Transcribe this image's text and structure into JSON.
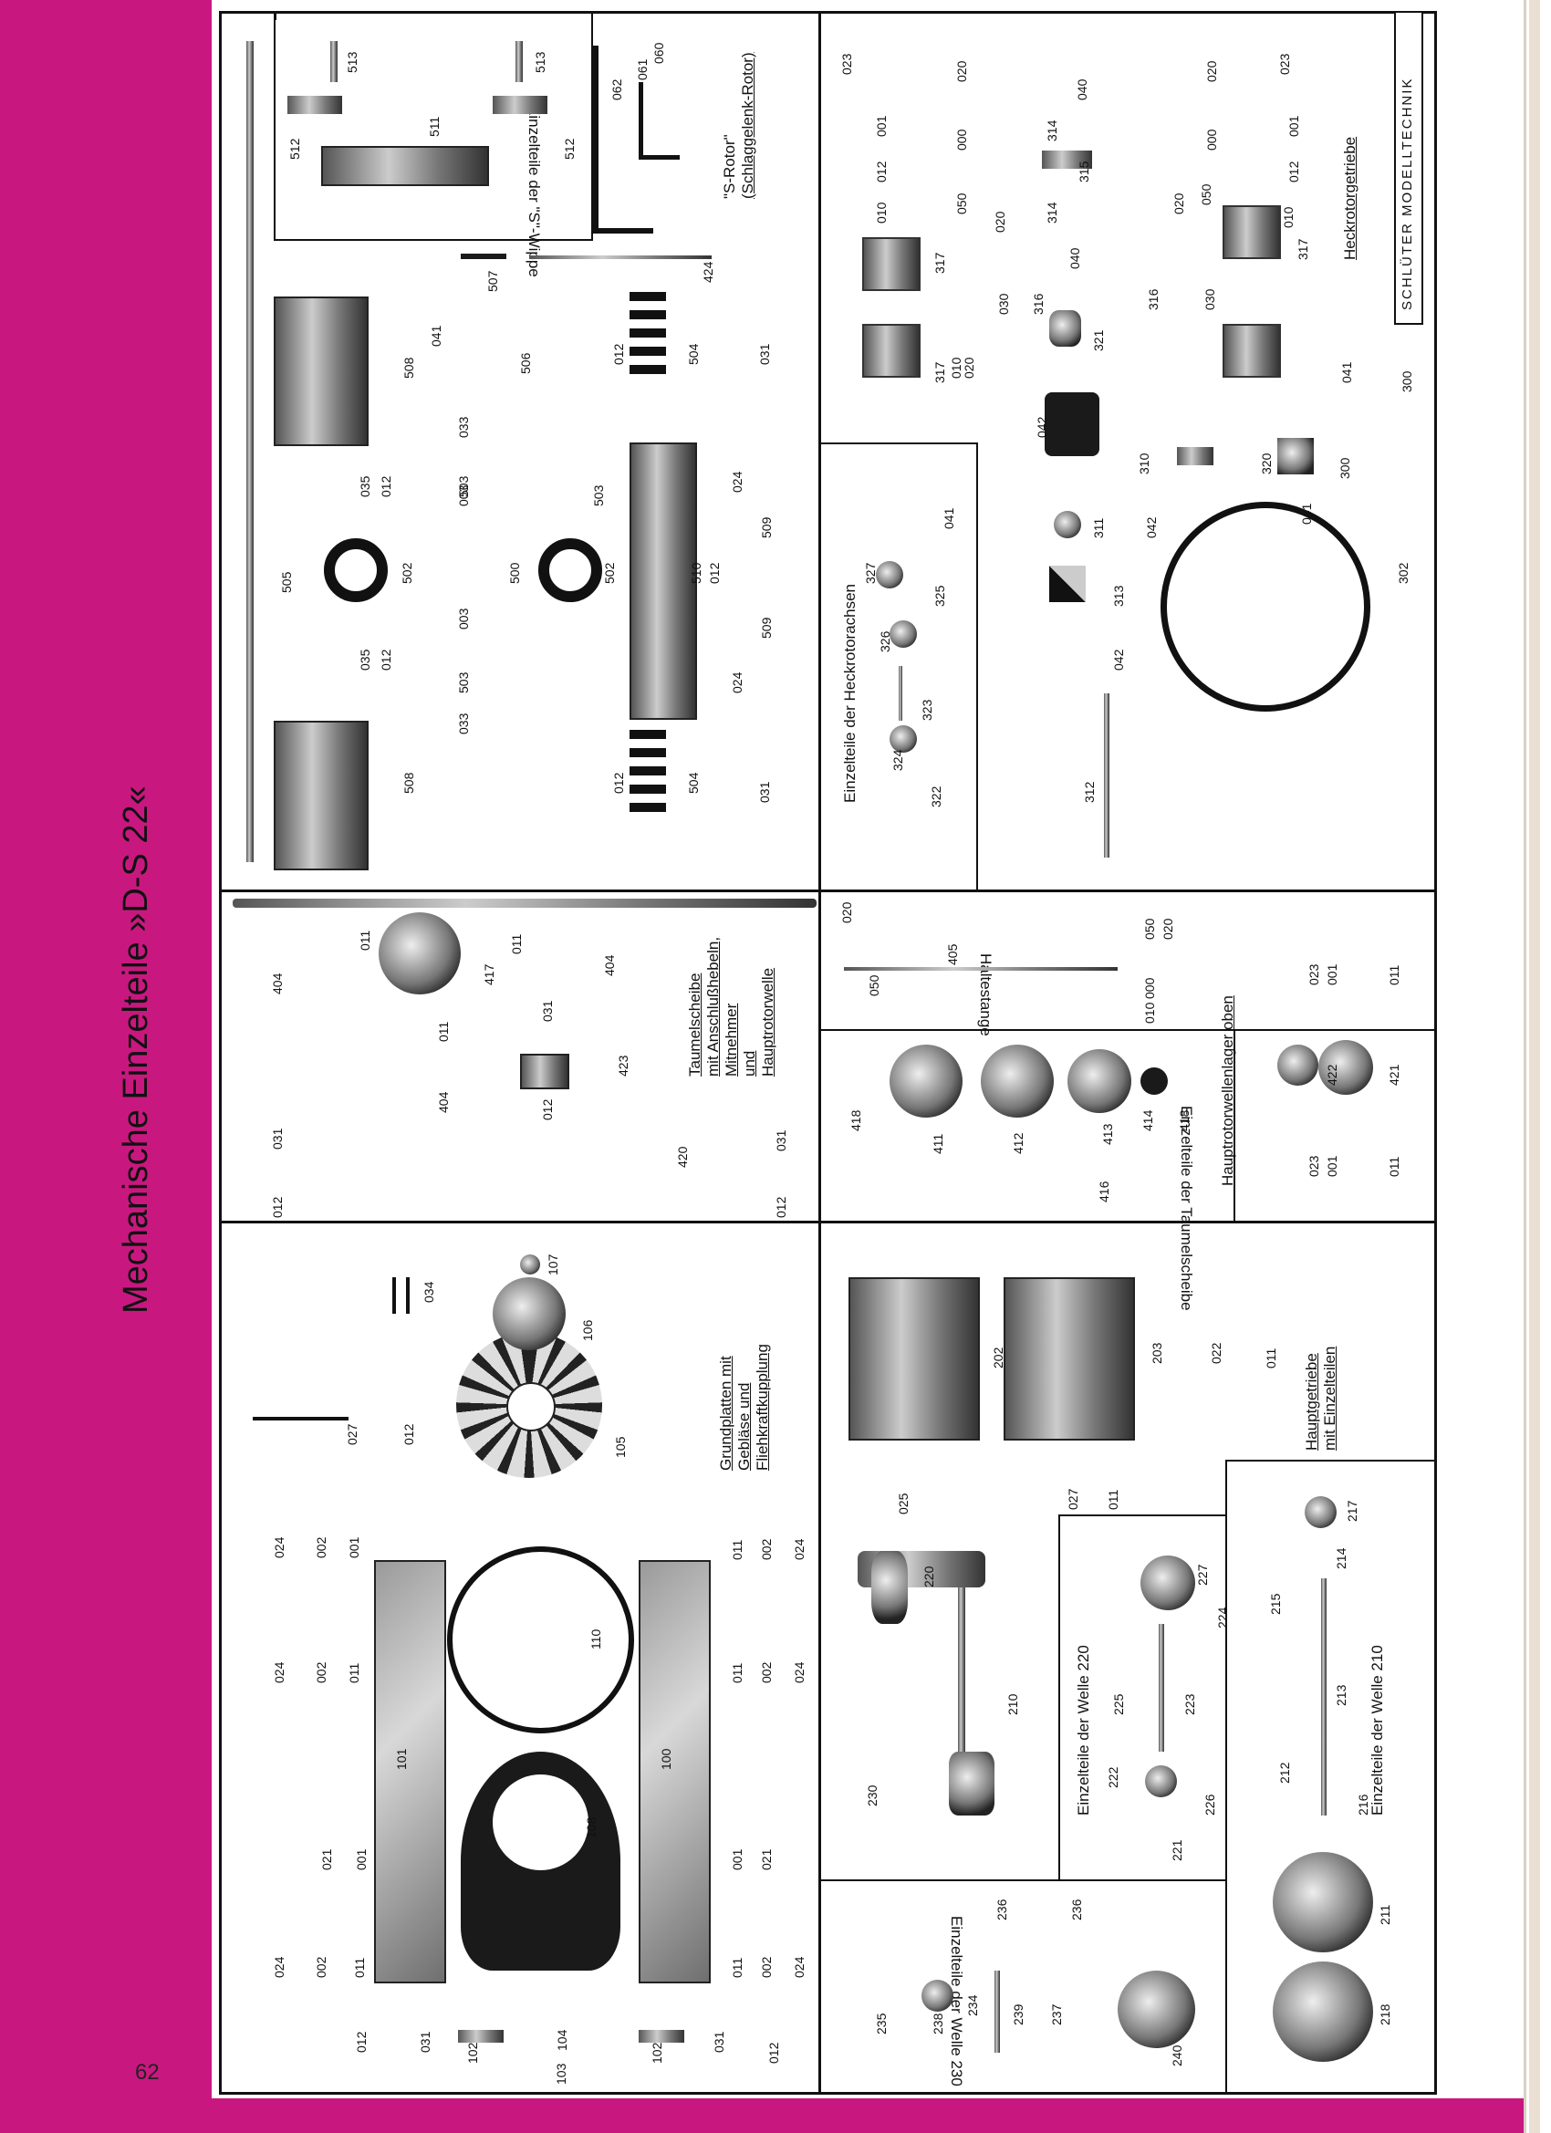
{
  "page": {
    "title": "Mechanische Einzelteile »D-S 22«",
    "page_number": "62",
    "brand": "SCHLÜTER MODELLTECHNIK"
  },
  "captions": {
    "grundplatten": [
      "Grundplatten mit",
      "Gebläse und",
      "Fliehkraftkupplung"
    ],
    "taumelscheibe": [
      "Taumelscheibe",
      "mit Anschlußhebeln,",
      "Mitnehmer",
      "und",
      "Hauptrotorwelle"
    ],
    "s_rotor": [
      "\"S-Rotor\"",
      "(Schlaggelenk-Rotor)"
    ],
    "s_wippe": "Einzelteile der \"S\"-Wippe",
    "heckrotorachsen": "Einzelteile der Heckrotorachsen",
    "heckrotorgetriebe": "Heckrotorgetriebe",
    "haltestange": "Haltestange",
    "einz_taumelscheibe": "Einzelteile der Taumelscheibe",
    "hauptrotorwellenlager": "Hauptrotorwellenlager oben",
    "hauptgetriebe": [
      "Hauptgetriebe",
      "mit Einzelteilen"
    ],
    "welle230": "Einzelteile der Welle 230",
    "welle220": "Einzelteile der Welle 220",
    "welle210": "Einzelteile der Welle 210"
  },
  "labels": {
    "grund": [
      "012",
      "031",
      "102",
      "103",
      "104",
      "024",
      "002",
      "011",
      "021",
      "001",
      "024",
      "002",
      "011",
      "024",
      "002",
      "001",
      "027",
      "012",
      "034",
      "107",
      "106",
      "105",
      "110",
      "108",
      "101",
      "100",
      "011",
      "002",
      "024",
      "021",
      "001",
      "011",
      "002",
      "024",
      "011",
      "002",
      "024",
      "031",
      "012",
      "102"
    ],
    "taumel": [
      "031",
      "012",
      "404",
      "011",
      "417",
      "011",
      "404",
      "011",
      "031",
      "404",
      "012",
      "423",
      "420",
      "031",
      "012"
    ],
    "srotor": [
      "508",
      "035",
      "012",
      "033",
      "505",
      "502",
      "035",
      "012",
      "503",
      "003",
      "500",
      "503",
      "003",
      "033",
      "508",
      "041",
      "506",
      "507",
      "424",
      "502",
      "503",
      "510",
      "012",
      "509",
      "024",
      "509",
      "024",
      "504",
      "012",
      "031",
      "504",
      "012",
      "031",
      "062",
      "061",
      "060",
      "511",
      "512",
      "513",
      "512",
      "513"
    ],
    "heck": [
      "023",
      "001",
      "012",
      "010",
      "020",
      "000",
      "050",
      "317",
      "020",
      "314",
      "040",
      "315",
      "314",
      "030",
      "316",
      "040",
      "321",
      "316",
      "030",
      "020",
      "050",
      "010",
      "317",
      "023",
      "001",
      "012",
      "020",
      "000",
      "317",
      "010",
      "020",
      "041",
      "300",
      "042",
      "310",
      "320",
      "311",
      "042",
      "313",
      "041",
      "300",
      "042",
      "302",
      "312",
      "322",
      "324",
      "323",
      "326",
      "325",
      "327",
      "041"
    ],
    "halte": [
      "020",
      "050",
      "405",
      "050",
      "020",
      "000",
      "010"
    ],
    "einz_taumel": [
      "418",
      "411",
      "412",
      "413",
      "414",
      "418",
      "416"
    ],
    "lager": [
      "023",
      "001",
      "011",
      "422",
      "421",
      "023",
      "001",
      "011"
    ],
    "hauptgetriebe": [
      "202",
      "203",
      "022",
      "011"
    ],
    "welle": [
      "235",
      "238",
      "234",
      "239",
      "237",
      "236",
      "236",
      "240",
      "218",
      "211",
      "216",
      "212",
      "213",
      "215",
      "214",
      "217",
      "025",
      "220",
      "230",
      "210",
      "027",
      "011",
      "222",
      "225",
      "221",
      "226",
      "223",
      "227",
      "224"
    ]
  }
}
